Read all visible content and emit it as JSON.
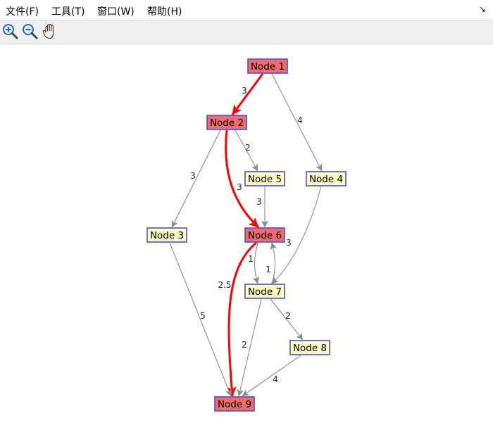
{
  "menu": {
    "file": "文件(F)",
    "tools": "工具(T)",
    "window": "窗口(W)",
    "help": "帮助(H)"
  },
  "toolbar": {
    "zoom_in_icon": "zoom-in-icon",
    "zoom_out_icon": "zoom-out-icon",
    "pan_icon": "hand-pan-icon"
  },
  "colors": {
    "path_node": "#f06b6b",
    "normal_node": "#ffffc0",
    "node_border": "#4c4cd8",
    "path_edge": "#ff0000",
    "normal_edge": "#8c8c8c"
  },
  "graph": {
    "nodes": [
      {
        "id": "n1",
        "label": "Node 1",
        "on_path": true
      },
      {
        "id": "n2",
        "label": "Node 2",
        "on_path": true
      },
      {
        "id": "n3",
        "label": "Node 3",
        "on_path": false
      },
      {
        "id": "n4",
        "label": "Node 4",
        "on_path": false
      },
      {
        "id": "n5",
        "label": "Node 5",
        "on_path": false
      },
      {
        "id": "n6",
        "label": "Node 6",
        "on_path": true
      },
      {
        "id": "n7",
        "label": "Node 7",
        "on_path": false
      },
      {
        "id": "n8",
        "label": "Node 8",
        "on_path": false
      },
      {
        "id": "n9",
        "label": "Node 9",
        "on_path": true
      }
    ],
    "edges": [
      {
        "from": "n1",
        "to": "n2",
        "weight": "3",
        "on_path": true
      },
      {
        "from": "n1",
        "to": "n4",
        "weight": "4",
        "on_path": false
      },
      {
        "from": "n2",
        "to": "n5",
        "weight": "2",
        "on_path": false
      },
      {
        "from": "n2",
        "to": "n3",
        "weight": "3",
        "on_path": false
      },
      {
        "from": "n2",
        "to": "n6",
        "weight": "3",
        "on_path": true
      },
      {
        "from": "n5",
        "to": "n6",
        "weight": "3",
        "on_path": false
      },
      {
        "from": "n4",
        "to": "n7",
        "weight": "3",
        "on_path": false
      },
      {
        "from": "n6",
        "to": "n7",
        "weight": "1",
        "on_path": false
      },
      {
        "from": "n7",
        "to": "n6",
        "weight": "1",
        "on_path": false
      },
      {
        "from": "n6",
        "to": "n9",
        "weight": "2.5",
        "on_path": true
      },
      {
        "from": "n3",
        "to": "n9",
        "weight": "5",
        "on_path": false
      },
      {
        "from": "n7",
        "to": "n8",
        "weight": "2",
        "on_path": false
      },
      {
        "from": "n7",
        "to": "n9",
        "weight": "2",
        "on_path": false
      },
      {
        "from": "n8",
        "to": "n9",
        "weight": "4",
        "on_path": false
      }
    ]
  }
}
